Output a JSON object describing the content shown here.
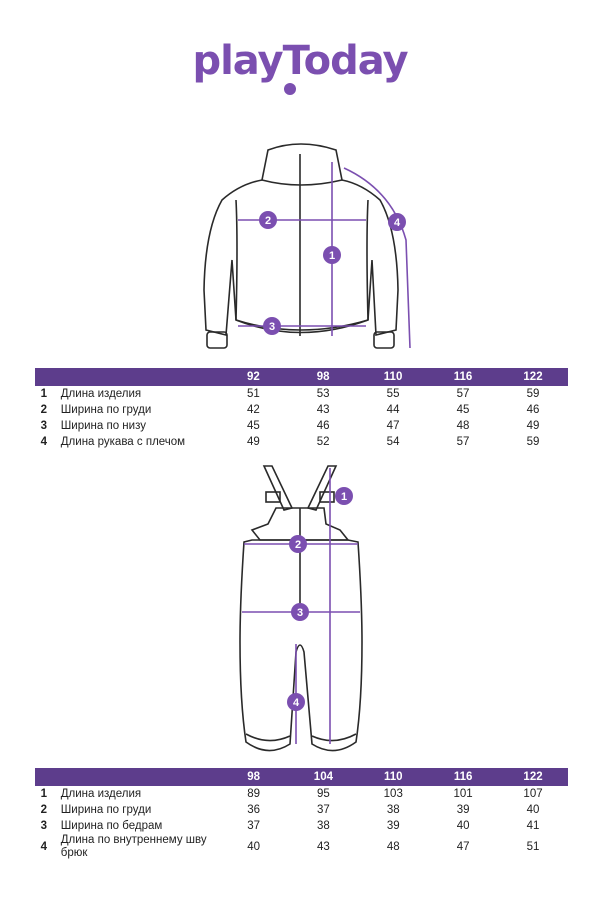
{
  "brand": {
    "logo_text": "playToday"
  },
  "jacket": {
    "sizes": [
      "92",
      "98",
      "110",
      "116",
      "122"
    ],
    "rows": [
      {
        "num": "1",
        "label": "Длина изделия",
        "values": [
          "51",
          "53",
          "55",
          "57",
          "59"
        ]
      },
      {
        "num": "2",
        "label": "Ширина по груди",
        "values": [
          "42",
          "43",
          "44",
          "45",
          "46"
        ]
      },
      {
        "num": "3",
        "label": "Ширина по низу",
        "values": [
          "45",
          "46",
          "47",
          "48",
          "49"
        ]
      },
      {
        "num": "4",
        "label": "Длина рукава с плечом",
        "values": [
          "49",
          "52",
          "54",
          "57",
          "59"
        ]
      }
    ],
    "markers": [
      "1",
      "2",
      "3",
      "4"
    ]
  },
  "overalls": {
    "sizes": [
      "98",
      "104",
      "110",
      "116",
      "122"
    ],
    "rows": [
      {
        "num": "1",
        "label": "Длина изделия",
        "values": [
          "89",
          "95",
          "103",
          "101",
          "107"
        ]
      },
      {
        "num": "2",
        "label": "Ширина по груди",
        "values": [
          "36",
          "37",
          "38",
          "39",
          "40"
        ]
      },
      {
        "num": "3",
        "label": "Ширина по бедрам",
        "values": [
          "37",
          "38",
          "39",
          "40",
          "41"
        ]
      },
      {
        "num": "4",
        "label": "Длина по внутреннему шву брюк",
        "values": [
          "40",
          "43",
          "48",
          "47",
          "51"
        ]
      }
    ],
    "markers": [
      "1",
      "2",
      "3",
      "4"
    ]
  },
  "colors": {
    "accent": "#7b4fb0",
    "table_header": "#5d3d8c",
    "outline": "#2a2a2a"
  }
}
